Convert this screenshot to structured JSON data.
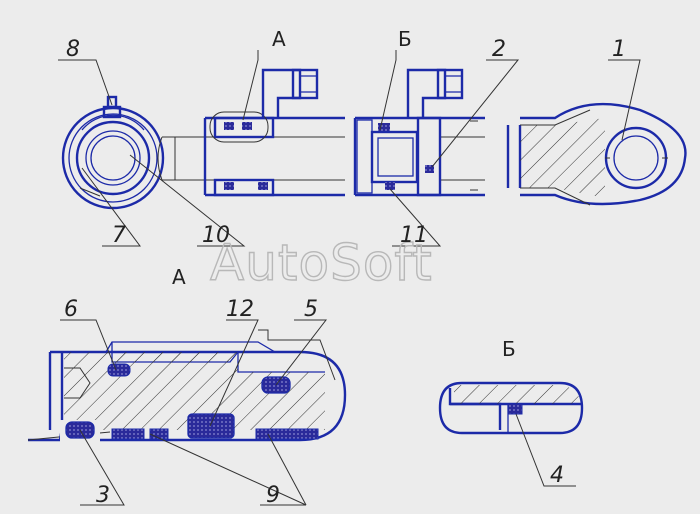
{
  "views": {
    "a": "А",
    "b": "Б"
  },
  "labels": {
    "l1": "1",
    "l2": "2",
    "l3": "3",
    "l4": "4",
    "l5": "5",
    "l6": "6",
    "l7": "7",
    "l8": "8",
    "l9": "9",
    "l10": "10",
    "l11": "11",
    "l12": "12"
  },
  "watermark": "AutoSoft",
  "colors": {
    "outline": "#1c2aa8",
    "seal": "#2a2a9a",
    "background": "#ececec"
  }
}
